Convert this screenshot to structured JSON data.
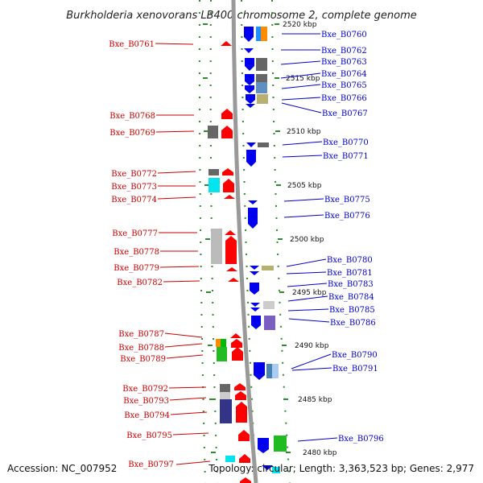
{
  "title": "Burkholderia xenovorans LB400 chromosome 2, complete genome",
  "footer": {
    "accession": "Accession: NC_007952",
    "topology": "Topology: circular; Length: 3,363,523 bp; Genes: 2,977"
  },
  "colors": {
    "forward_label": "#cc0000",
    "reverse_label": "#0000cc",
    "forward_gene": "#ff0000",
    "reverse_gene": "#0000ee",
    "backbone": "#999999",
    "dots": "#2e8b2e"
  },
  "scale_labels": [
    "2520 kbp",
    "2515 kbp",
    "2510 kbp",
    "2505 kbp",
    "2500 kbp",
    "2495 kbp",
    "2490 kbp",
    "2485 kbp",
    "2480 kbp"
  ],
  "forward_genes": [
    "Bxe_B0761",
    "Bxe_B0768",
    "Bxe_B0769",
    "Bxe_B0772",
    "Bxe_B0773",
    "Bxe_B0774",
    "Bxe_B0777",
    "Bxe_B0778",
    "Bxe_B0779",
    "Bxe_B0782",
    "Bxe_B0787",
    "Bxe_B0788",
    "Bxe_B0789",
    "Bxe_B0792",
    "Bxe_B0793",
    "Bxe_B0794",
    "Bxe_B0795",
    "Bxe_B0797"
  ],
  "reverse_genes": [
    "Bxe_B0760",
    "Bxe_B0762",
    "Bxe_B0763",
    "Bxe_B0764",
    "Bxe_B0765",
    "Bxe_B0766",
    "Bxe_B0767",
    "Bxe_B0770",
    "Bxe_B0771",
    "Bxe_B0775",
    "Bxe_B0776",
    "Bxe_B0780",
    "Bxe_B0781",
    "Bxe_B0783",
    "Bxe_B0784",
    "Bxe_B0785",
    "Bxe_B0786",
    "Bxe_B0790",
    "Bxe_B0791",
    "Bxe_B0796"
  ]
}
